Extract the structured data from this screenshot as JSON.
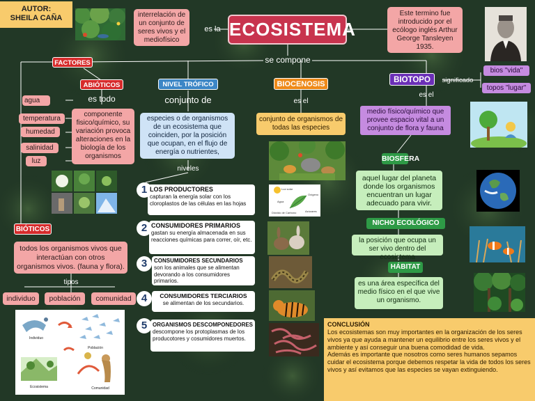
{
  "author": "AUTOR:\nSHEILA CAÑA",
  "title": "ECOSISTEMA",
  "definition": "interrelación de un conjunto de seres vivos y el mediofísico",
  "connector_es_la": "es la",
  "history_note": "Este  termino fue introducido por el ecólogo inglés Arthur George Tansleyen 1935.",
  "se_compone": "se compone",
  "factores": {
    "label": "FACTORES",
    "abioticos": {
      "label": "ABIÓTICOS",
      "connector": "es todo",
      "definition": "componente fisico/químico, su variación provoca alteraciones en la biología de los organismos",
      "items": [
        "agua",
        "temperatura",
        "humedad",
        "salinidad",
        "luz"
      ]
    },
    "bioticos": {
      "label": "BIÓTICOS",
      "definition": "todos los organismos vivos que interactúan con otros organismos vivos. (fauna y flora).",
      "connector": "tipos",
      "types": [
        "individuo",
        "población",
        "comunidad"
      ],
      "image_labels": [
        "Individuo",
        "Población",
        "Ecosistema",
        "Comunidad"
      ]
    }
  },
  "nivel_trofico": {
    "label": "NIVEL TRÓFICO",
    "connector": "conjunto de",
    "definition": "especies o de organismos de un ecosistema que coinciden, por la posición que ocupan, en el flujo de energía o nutrientes,",
    "connector2": "niveles",
    "levels": [
      {
        "num": "1",
        "title": "LOS PRODUCTORES",
        "text": "capturan la energía solar con los cloroplastos de las células en las hojas"
      },
      {
        "num": "2",
        "title": "CONSUMIDORES PRIMARIOS",
        "text": "gastan su energía almacenada en sus reacciones químicas para correr, oír, etc."
      },
      {
        "num": "3",
        "title": "CONSUMIDORES SECUNDARIOS",
        "text": "son los animales que se alimentan devorando a los consumidores primarios."
      },
      {
        "num": "4",
        "title": "CONSUMIDORES TERCIARIOS",
        "text": "se alimentan de los secundarios."
      },
      {
        "num": "5",
        "title": "ORGANISMOS DESCOMPONEDORES",
        "text": "descompone los protoplasmas de los producotores y cosumidores muertos."
      }
    ],
    "photosynthesis_labels": [
      "Luz solar",
      "Oxígeno",
      "Agua",
      "Dióxido de Carbono",
      "Azúcares"
    ]
  },
  "biocenosis": {
    "label": "BIOCENOSIS",
    "connector": "es el",
    "definition": "conjunto de organismos de todas las especies"
  },
  "biotopo": {
    "label": "BIOTOPO",
    "connector_significado": "significado",
    "meanings": [
      "bios \"vida\"",
      "topos \"lugar\""
    ],
    "connector": "es el",
    "definition": "medio físico/químico que provee espacio vital a un conjunto de flora y fauna"
  },
  "biosfera": {
    "label": "BIOSFERA",
    "definition": "aquel lugar del planeta donde los organismos encuentran un lugar adecuado para vivir."
  },
  "nicho": {
    "label": "NICHO ECOLÓGICO",
    "definition": "la posición que ocupa un ser vivo dentro del ecosistema"
  },
  "habitat": {
    "label": "HÁBITAT",
    "definition": "es una área específica del medio físico en el que vive un organismo."
  },
  "conclusion": {
    "title": "CONCLUSIÓN",
    "p1": "Los ecosistemas son muy importantes en la organización de los seres vivos ya que ayuda a mantener un equilibrio entre los seres vivos y el ambiente y así conseguir una buena comodidad de vida.",
    "p2": "Además es importante que nosotros como seres humanos sepamos cuidar el ecosistema  porque debemos respetar la vida de todos los seres vivos y así evitamos que las especies se vayan extinguiendo."
  },
  "colors": {
    "title_bg": "#c8344e",
    "factores": "#d62b2b",
    "nivel": "#3c86c6",
    "biocenosis": "#ee8a19",
    "biotopo": "#6b2fb7",
    "biosfera": "#2e9a46",
    "conclusion_bg": "#f8cb6c"
  }
}
